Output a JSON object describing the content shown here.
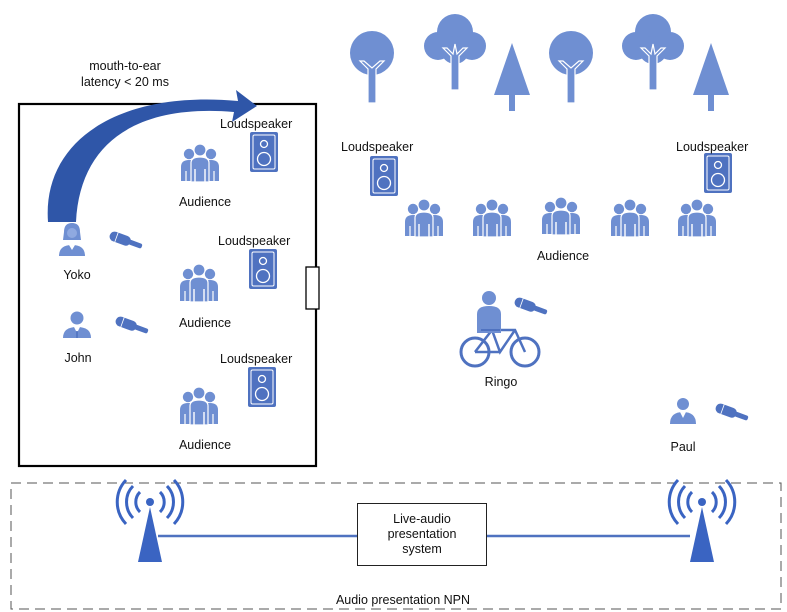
{
  "latency": {
    "line1": "mouth-to-ear",
    "line2": "latency < 20 ms"
  },
  "indoor": {
    "loudspeakers": [
      "Loudspeaker",
      "Loudspeaker",
      "Loudspeaker"
    ],
    "audiences": [
      "Audience",
      "Audience",
      "Audience"
    ],
    "performers": [
      "Yoko",
      "John"
    ]
  },
  "outdoor": {
    "loudspeakers": [
      "Loudspeaker",
      "Loudspeaker"
    ],
    "audience": "Audience",
    "performers": [
      "Ringo",
      "Paul"
    ]
  },
  "system": {
    "line1": "Live-audio",
    "line2": "presentation",
    "line3": "system"
  },
  "network": {
    "label": "Audio presentation NPN"
  },
  "colors": {
    "accent": "#6f8fd2",
    "dark_accent": "#4f72c0",
    "arrow": "#2f56a8",
    "antenna": "#3a64c2"
  }
}
